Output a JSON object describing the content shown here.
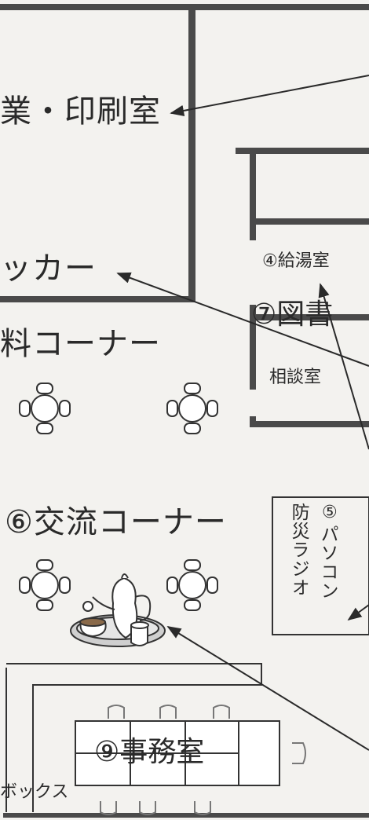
{
  "labels": {
    "print_room": "業・印刷室",
    "locker": "ッカー",
    "materials_corner": "料コーナー",
    "kitchenette": "④給湯室",
    "consultation_room": "相談室",
    "library": "⑦図書",
    "pc_number": "⑤",
    "pc": "パソコン",
    "disaster_radio": "防災ラジオ",
    "exchange_corner": "⑥交流コーナー",
    "office": "⑨事務室",
    "box": "ボックス"
  },
  "colors": {
    "wall": "#4a4a4a",
    "line": "#333333",
    "arrow": "#2a2a2a",
    "background": "#f3f2ef"
  },
  "icons": [
    "round-table-with-four-chairs",
    "tea-set",
    "office-desk-cluster"
  ]
}
